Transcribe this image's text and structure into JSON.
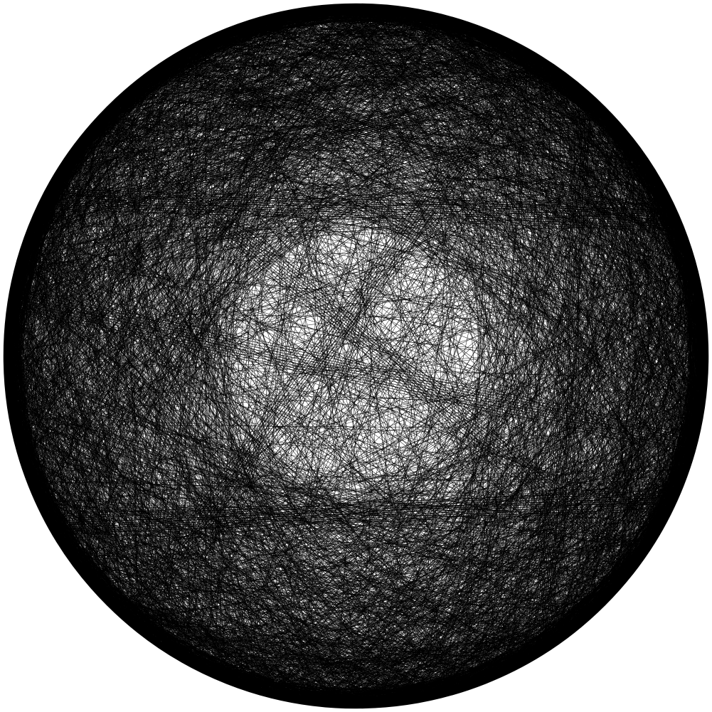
{
  "diagram": {
    "type": "circular-network-graph",
    "layout": "circle",
    "colors": {
      "background": "#ffffff",
      "edge": "#000000"
    },
    "labels_visible": false,
    "edge_style": "thin straight chords between nodes placed on a circle",
    "density": "very dense"
  }
}
